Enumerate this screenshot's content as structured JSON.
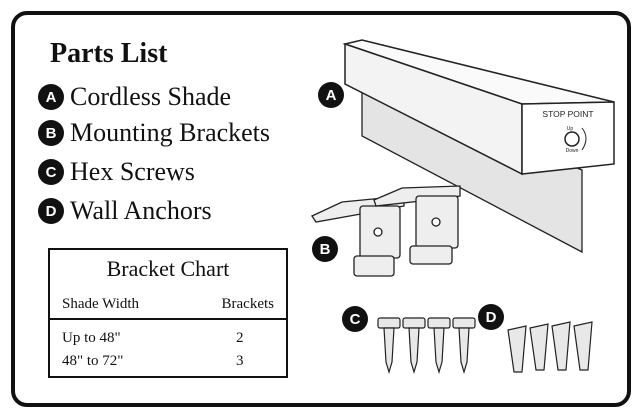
{
  "title": "Parts List",
  "parts": [
    {
      "letter": "A",
      "label": "Cordless Shade"
    },
    {
      "letter": "B",
      "label": "Mounting Brackets"
    },
    {
      "letter": "C",
      "label": "Hex Screws"
    },
    {
      "letter": "D",
      "label": "Wall Anchors"
    }
  ],
  "bracket_chart": {
    "title": "Bracket Chart",
    "headers": [
      "Shade Width",
      "Brackets"
    ],
    "rows": [
      [
        "Up to 48\"",
        "2"
      ],
      [
        "48\" to 72\"",
        "3"
      ]
    ]
  },
  "illustration": {
    "stop_point_label": "STOP POINT",
    "up_label": "Up",
    "down_label": "Down"
  },
  "colors": {
    "ink": "#111111",
    "panel": "#f2f2f2",
    "shade": "#e6e6e6"
  }
}
